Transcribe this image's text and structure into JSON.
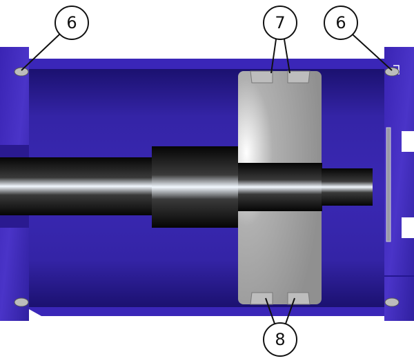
{
  "diagram": {
    "callouts": [
      {
        "id": "callout-6-left",
        "label": "6"
      },
      {
        "id": "callout-7",
        "label": "7"
      },
      {
        "id": "callout-6-right",
        "label": "6"
      },
      {
        "id": "callout-8",
        "label": "8"
      }
    ],
    "colors": {
      "body": "#3a23b0",
      "body_dark": "#1c1070",
      "piston": "#a8a8a8",
      "rod": "#1a1a1a",
      "seal": "#b8b8b8"
    }
  }
}
